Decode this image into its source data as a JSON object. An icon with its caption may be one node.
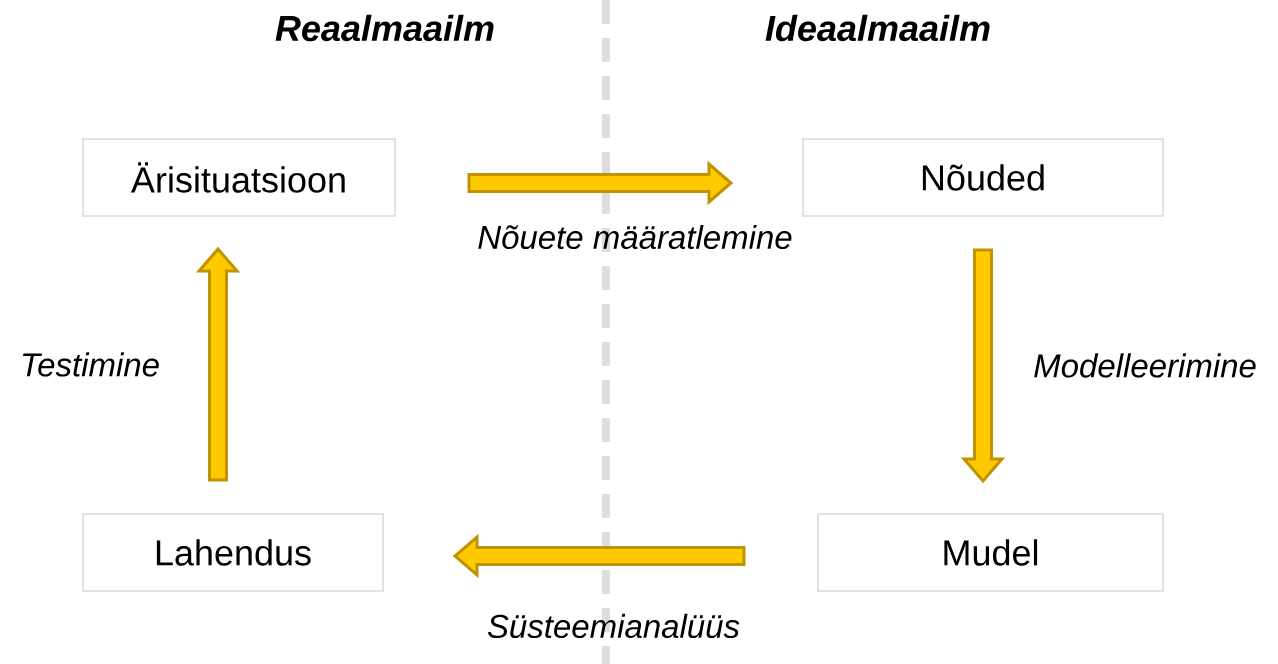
{
  "diagram": {
    "nodes": [
      {
        "text": [
          "Ärisituatsioon"
        ]
      },
      {
        "text": [
          "Nõuded"
        ]
      },
      {
        "text": [
          "Mudel"
        ]
      },
      {
        "text": [
          "Lahendus"
        ]
      }
    ],
    "edges": [
      {
        "from": 0,
        "to": 1,
        "arrow": "to",
        "label": "Nõuete määratlemine"
      },
      {
        "from": 1,
        "to": 2,
        "arrow": "to",
        "label": "Modelleerimine"
      },
      {
        "from": 2,
        "to": 3,
        "arrow": "to",
        "label": "Süsteemianalüüs"
      },
      {
        "from": 3,
        "to": 0,
        "arrow": "to",
        "label": "Testimine"
      }
    ],
    "labels": [
      "Reaalmaailm",
      "Ideaalmaailm"
    ]
  }
}
